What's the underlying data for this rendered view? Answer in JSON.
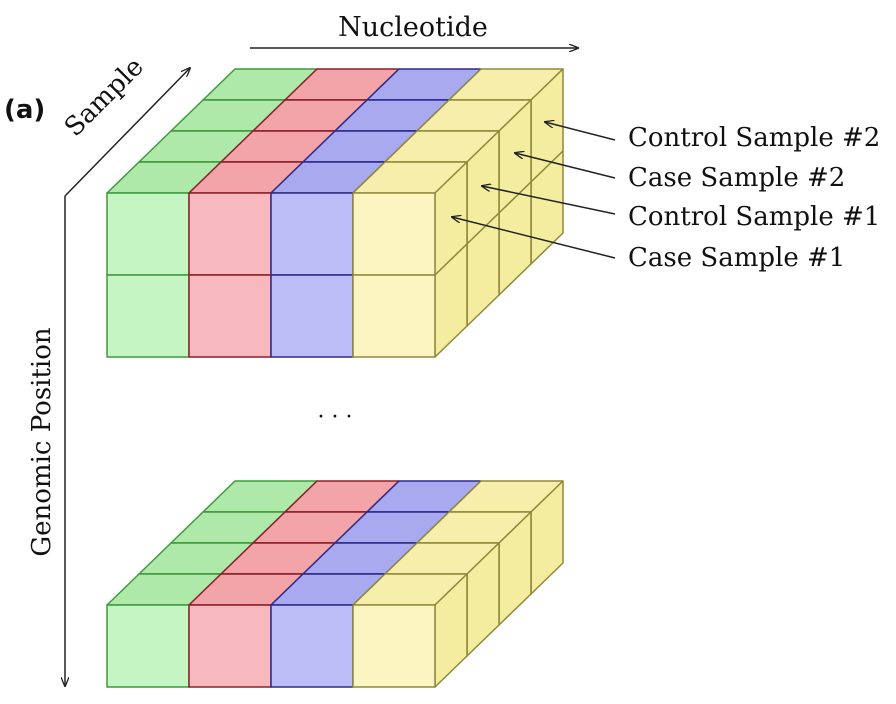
{
  "panel_label": "(a)",
  "axes": {
    "nucleotide": "Nucleotide",
    "sample": "Sample",
    "genomic_position": "Genomic Position"
  },
  "ellipsis": "· · ·",
  "sample_labels": [
    "Control Sample #2",
    "Case Sample #2",
    "Control Sample #1",
    "Case Sample #1"
  ],
  "colors": {
    "green_fill": "#c5f5c3",
    "green_top": "#aee9aa",
    "green_side": "#9fe09a",
    "green_stroke": "#3d9a3b",
    "red_fill": "#f7b9bd",
    "red_top": "#f2a4a9",
    "red_side": "#ec9ba0",
    "red_stroke": "#8a1f28",
    "blue_fill": "#bcbcf6",
    "blue_top": "#a9a9f0",
    "blue_side": "#a0a0ea",
    "blue_stroke": "#2b2b8a",
    "yellow_fill": "#fbf5c2",
    "yellow_top": "#f6eeaa",
    "yellow_side": "#f4ec9f",
    "yellow_stroke": "#8f8a3a"
  }
}
